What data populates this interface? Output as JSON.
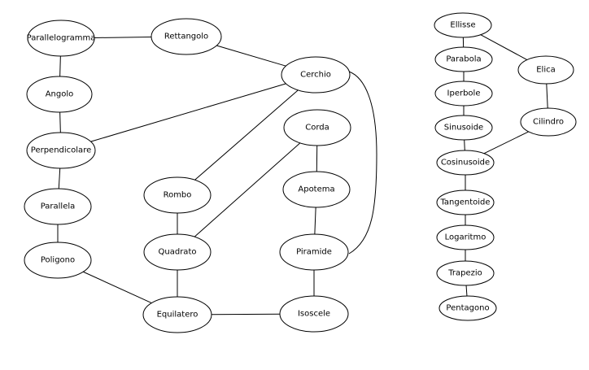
{
  "diagram": {
    "nodes": [
      {
        "id": "parallelogramma",
        "label": "Parallelogramma",
        "color": "#000000"
      },
      {
        "id": "rettangolo",
        "label": "Rettangolo",
        "color": "#000000"
      },
      {
        "id": "angolo",
        "label": "Angolo",
        "color": "#000000"
      },
      {
        "id": "cerchio",
        "label": "Cerchio",
        "color": "#000000"
      },
      {
        "id": "perpendicolare",
        "label": "Perpendicolare",
        "color": "#000000"
      },
      {
        "id": "corda",
        "label": "Corda",
        "color": "#000000"
      },
      {
        "id": "parallela",
        "label": "Parallela",
        "color": "#000000"
      },
      {
        "id": "rombo",
        "label": "Rombo",
        "color": "#000000"
      },
      {
        "id": "apotema",
        "label": "Apotema",
        "color": "#000000"
      },
      {
        "id": "poligono",
        "label": "Poligono",
        "color": "#000000"
      },
      {
        "id": "quadrato",
        "label": "Quadrato",
        "color": "#000000"
      },
      {
        "id": "piramide",
        "label": "Piramide",
        "color": "#000000"
      },
      {
        "id": "equilatero",
        "label": "Equilatero",
        "color": "#cc0066"
      },
      {
        "id": "isoscele",
        "label": "Isoscele",
        "color": "#000000"
      },
      {
        "id": "ellisse",
        "label": "Ellisse",
        "color": "#000000"
      },
      {
        "id": "parabola",
        "label": "Parabola",
        "color": "#cc0000"
      },
      {
        "id": "elica",
        "label": "Elica",
        "color": "#000000"
      },
      {
        "id": "iperbole",
        "label": "Iperbole",
        "color": "#000000"
      },
      {
        "id": "sinusoide",
        "label": "Sinusoide",
        "color": "#000000"
      },
      {
        "id": "cilindro",
        "label": "Cilindro",
        "color": "#000000"
      },
      {
        "id": "cosinusoide",
        "label": "Cosinusoide",
        "color": "#000000"
      },
      {
        "id": "tangentoide",
        "label": "Tangentoide",
        "color": "#000000"
      },
      {
        "id": "logaritmo",
        "label": "Logaritmo",
        "color": "#000000"
      },
      {
        "id": "trapezio",
        "label": "Trapezio",
        "color": "#000000"
      },
      {
        "id": "pentagono",
        "label": "Pentagono",
        "color": "#000000"
      }
    ],
    "edges": [
      {
        "from": "parallelogramma",
        "to": "rettangolo"
      },
      {
        "from": "parallelogramma",
        "to": "angolo"
      },
      {
        "from": "rettangolo",
        "to": "cerchio"
      },
      {
        "from": "angolo",
        "to": "perpendicolare"
      },
      {
        "from": "perpendicolare",
        "to": "cerchio"
      },
      {
        "from": "perpendicolare",
        "to": "parallela"
      },
      {
        "from": "parallela",
        "to": "poligono"
      },
      {
        "from": "poligono",
        "to": "equilatero"
      },
      {
        "from": "rombo",
        "to": "cerchio"
      },
      {
        "from": "rombo",
        "to": "quadrato"
      },
      {
        "from": "quadrato",
        "to": "corda"
      },
      {
        "from": "quadrato",
        "to": "equilatero"
      },
      {
        "from": "equilatero",
        "to": "isoscele"
      },
      {
        "from": "corda",
        "to": "apotema"
      },
      {
        "from": "apotema",
        "to": "piramide"
      },
      {
        "from": "piramide",
        "to": "isoscele"
      },
      {
        "from": "cerchio",
        "to": "piramide"
      },
      {
        "from": "ellisse",
        "to": "parabola"
      },
      {
        "from": "ellisse",
        "to": "elica"
      },
      {
        "from": "parabola",
        "to": "iperbole"
      },
      {
        "from": "iperbole",
        "to": "sinusoide"
      },
      {
        "from": "sinusoide",
        "to": "cosinusoide"
      },
      {
        "from": "elica",
        "to": "cilindro"
      },
      {
        "from": "cilindro",
        "to": "cosinusoide"
      },
      {
        "from": "cosinusoide",
        "to": "tangentoide"
      },
      {
        "from": "tangentoide",
        "to": "logaritmo"
      },
      {
        "from": "logaritmo",
        "to": "trapezio"
      },
      {
        "from": "trapezio",
        "to": "pentagono"
      }
    ]
  }
}
